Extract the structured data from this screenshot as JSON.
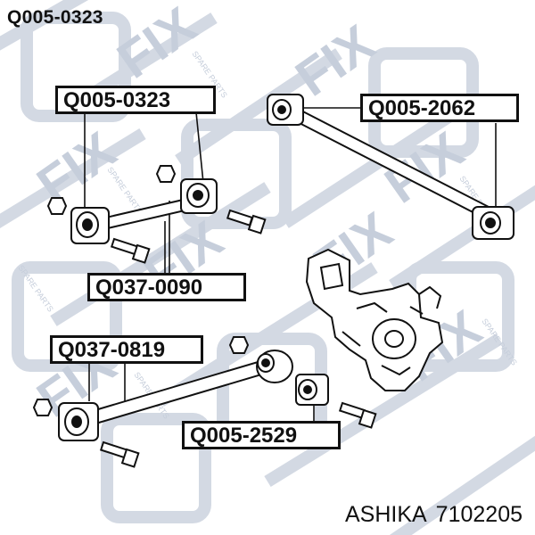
{
  "header": {
    "code": "Q005-0323"
  },
  "callouts": [
    {
      "id": "c1",
      "code": "Q005-0323"
    },
    {
      "id": "c2",
      "code": "Q005-2062"
    },
    {
      "id": "c3",
      "code": "Q037-0090"
    },
    {
      "id": "c4",
      "code": "Q037-0819"
    },
    {
      "id": "c5",
      "code": "Q005-2529"
    }
  ],
  "footer": {
    "brand": "ASHIKA",
    "part_number": "7102205"
  },
  "watermark": {
    "logo": "FIX",
    "tagline": "SPARE PARTS"
  },
  "colors": {
    "line": "#111111",
    "watermark": "#c6cedb",
    "background": "#ffffff"
  }
}
